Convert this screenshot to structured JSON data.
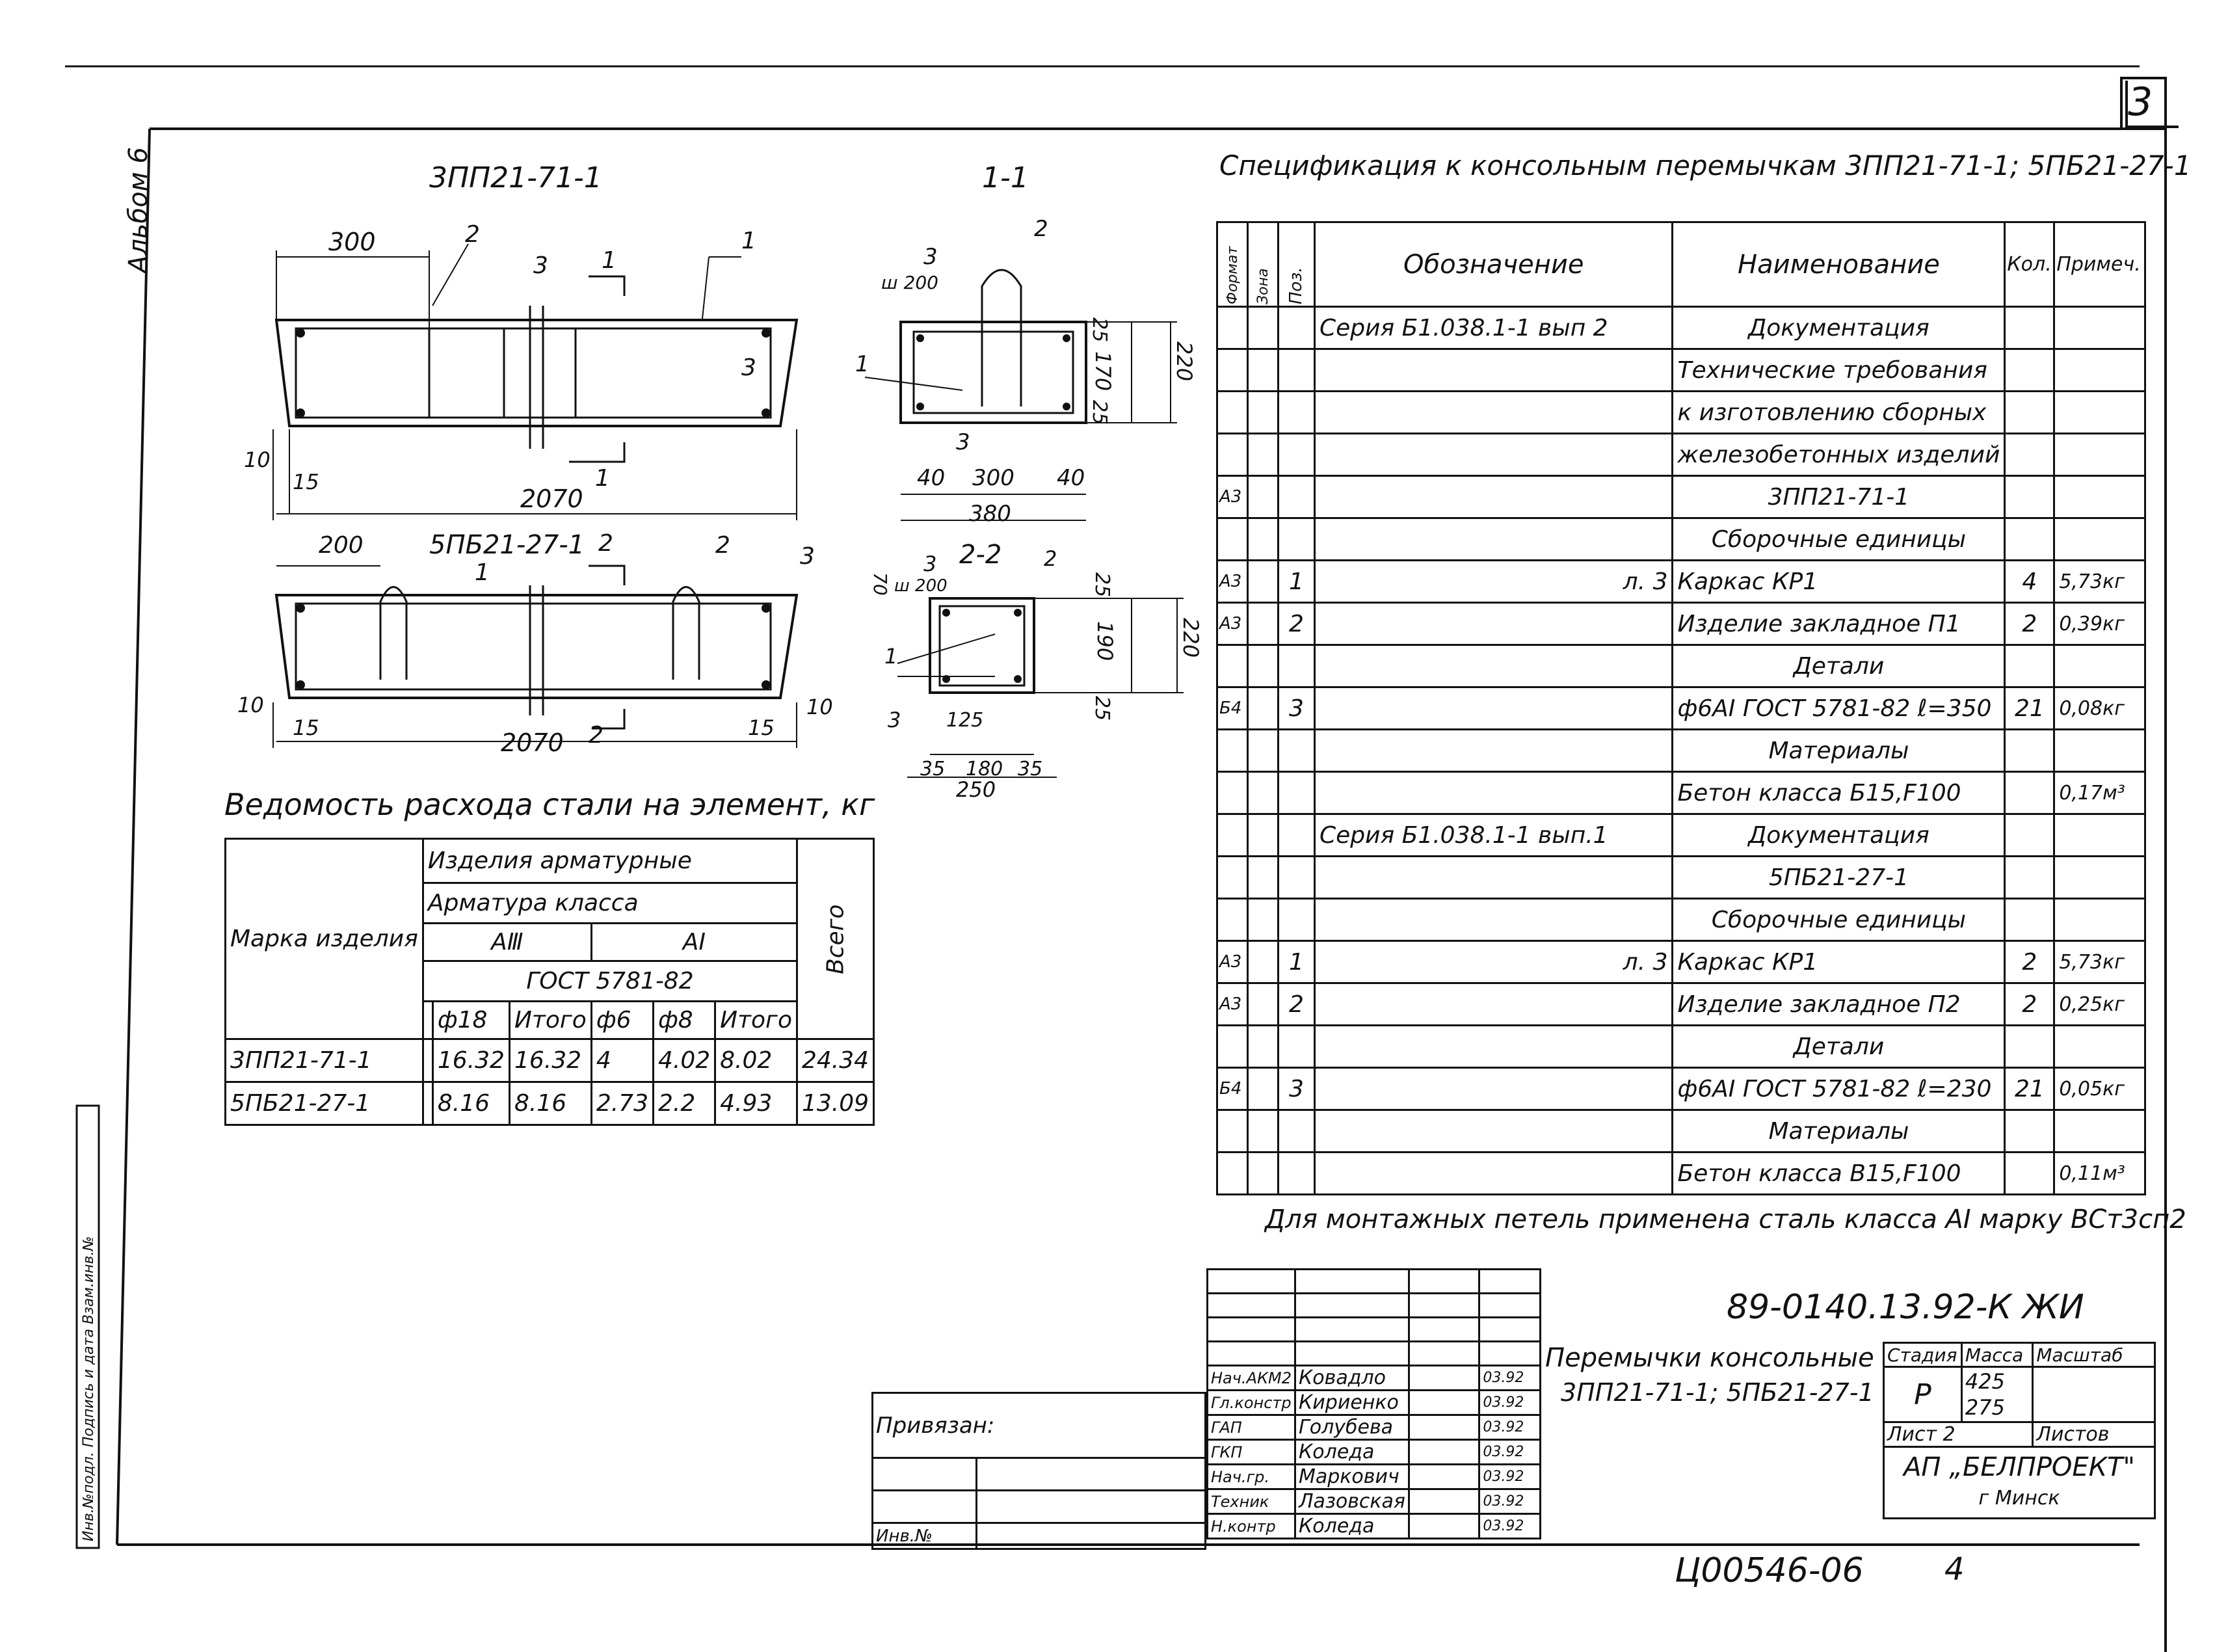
{
  "sheet_number": "3",
  "album_label": "Альбом 6",
  "drawing_titles": {
    "plan_1": "3ПП21-71-1",
    "section_1": "1-1",
    "plan_2": "5ПБ21-27-1",
    "section_2": "2-2"
  },
  "dims": {
    "top": {
      "d300": "300",
      "d2070": "2070",
      "d10": "10",
      "d15": "15"
    },
    "bottom": {
      "d200": "200",
      "d2070": "2070",
      "d10a": "10",
      "d15a": "15",
      "d10b": "10",
      "d15b": "15"
    },
    "sec1": {
      "d40a": "40",
      "d300": "300",
      "d40b": "40",
      "d380": "380",
      "d25a": "25",
      "d170": "170",
      "d25b": "25",
      "d220": "220",
      "pitch": "ш 200"
    },
    "sec2": {
      "d35a": "35",
      "d180": "180",
      "d35b": "35",
      "d250": "250",
      "d125": "125",
      "d25a": "25",
      "d190": "190",
      "d25b": "25",
      "d220": "220",
      "d70": "70",
      "pitch": "ш 200"
    }
  },
  "labels": {
    "n1": "1",
    "n2": "2",
    "n3": "3"
  },
  "steel_table": {
    "title": "Ведомость расхода стали на элемент, кг",
    "mark_header": "Марка изделия",
    "products_header": "Изделия арматурные",
    "class_header": "Арматура класса",
    "class_a3": "АⅢ",
    "class_a1": "АⅠ",
    "gost": "ГОСТ 5781-82",
    "total_header": "Всего",
    "sub_headers": [
      "ф18",
      "Итого",
      "ф6",
      "ф8",
      "Итого"
    ],
    "rows": [
      {
        "mark": "3ПП21-71-1",
        "vals": [
          "16.32",
          "16.32",
          "4",
          "4.02",
          "8.02"
        ],
        "total": "24.34"
      },
      {
        "mark": "5ПБ21-27-1",
        "vals": [
          "8.16",
          "8.16",
          "2.73",
          "2.2",
          "4.93"
        ],
        "total": "13.09"
      }
    ]
  },
  "spec": {
    "title": "Спецификация к консольным перемычкам 3ПП21-71-1; 5ПБ21-27-1",
    "headers": {
      "format": "Формат",
      "zone": "Зона",
      "pos": "Поз.",
      "designation": "Обозначение",
      "name": "Наименование",
      "qty": "Кол.",
      "note": "Примеч."
    },
    "rows": [
      {
        "format": "",
        "pos": "",
        "designation": "Серия Б1.038.1-1 вып 2",
        "name": "Документация",
        "qty": "",
        "note": ""
      },
      {
        "format": "",
        "pos": "",
        "designation": "",
        "name": "Технические требования",
        "qty": "",
        "note": ""
      },
      {
        "format": "",
        "pos": "",
        "designation": "",
        "name": "к изготовлению сборных",
        "qty": "",
        "note": ""
      },
      {
        "format": "",
        "pos": "",
        "designation": "",
        "name": "железобетонных изделий",
        "qty": "",
        "note": ""
      },
      {
        "format": "А3",
        "pos": "",
        "designation": "",
        "name": "3ПП21-71-1",
        "qty": "",
        "note": ""
      },
      {
        "format": "",
        "pos": "",
        "designation": "",
        "name": "Сборочные единицы",
        "qty": "",
        "note": ""
      },
      {
        "format": "А3",
        "pos": "1",
        "designation": "л. 3",
        "name": "Каркас КР1",
        "qty": "4",
        "note": "5,73кг"
      },
      {
        "format": "А3",
        "pos": "2",
        "designation": "",
        "name": "Изделие закладное П1",
        "qty": "2",
        "note": "0,39кг"
      },
      {
        "format": "",
        "pos": "",
        "designation": "",
        "name": "Детали",
        "qty": "",
        "note": ""
      },
      {
        "format": "Б4",
        "pos": "3",
        "designation": "",
        "name": "ф6АⅠ ГОСТ 5781-82 ℓ=350",
        "qty": "21",
        "note": "0,08кг"
      },
      {
        "format": "",
        "pos": "",
        "designation": "",
        "name": "Материалы",
        "qty": "",
        "note": ""
      },
      {
        "format": "",
        "pos": "",
        "designation": "",
        "name": "Бетон класса Б15,F100",
        "qty": "",
        "note": "0,17м³"
      },
      {
        "format": "",
        "pos": "",
        "designation": "Серия Б1.038.1-1 вып.1",
        "name": "Документация",
        "qty": "",
        "note": ""
      },
      {
        "format": "",
        "pos": "",
        "designation": "",
        "name": "5ПБ21-27-1",
        "qty": "",
        "note": ""
      },
      {
        "format": "",
        "pos": "",
        "designation": "",
        "name": "Сборочные единицы",
        "qty": "",
        "note": ""
      },
      {
        "format": "А3",
        "pos": "1",
        "designation": "л. 3",
        "name": "Каркас КР1",
        "qty": "2",
        "note": "5,73кг"
      },
      {
        "format": "А3",
        "pos": "2",
        "designation": "",
        "name": "Изделие закладное П2",
        "qty": "2",
        "note": "0,25кг"
      },
      {
        "format": "",
        "pos": "",
        "designation": "",
        "name": "Детали",
        "qty": "",
        "note": ""
      },
      {
        "format": "Б4",
        "pos": "3",
        "designation": "",
        "name": "ф6АⅠ ГОСТ 5781-82 ℓ=230",
        "qty": "21",
        "note": "0,05кг"
      },
      {
        "format": "",
        "pos": "",
        "designation": "",
        "name": "Материалы",
        "qty": "",
        "note": ""
      },
      {
        "format": "",
        "pos": "",
        "designation": "",
        "name": "Бетон класса В15,F100",
        "qty": "",
        "note": "0,11м³"
      }
    ]
  },
  "note": "Для монтажных петель применена сталь класса АⅠ марку ВСт3сп2",
  "stamp": {
    "code": "89-0140.13.92-К ЖИ",
    "title_line1": "Перемычки консольные",
    "title_line2": "3ПП21-71-1; 5ПБ21-27-1",
    "stage_header": "Стадия",
    "mass_header": "Масса",
    "scale_header": "Масштаб",
    "stage": "Р",
    "mass1": "425",
    "mass2": "275",
    "sheet_label": "Лист 2",
    "sheets_label": "Листов",
    "org": "АП „БЕЛПРОЕКТ\"",
    "city": "г Минск",
    "signers": [
      {
        "role": "Нач.АКМ2",
        "name": "Ковадло",
        "date": "03.92"
      },
      {
        "role": "Гл.констр",
        "name": "Кириенко",
        "date": "03.92"
      },
      {
        "role": "ГАП",
        "name": "Голубева",
        "date": "03.92"
      },
      {
        "role": "ГКП",
        "name": "Коледа",
        "date": "03.92"
      },
      {
        "role": "Нач.гр.",
        "name": "Маркович",
        "date": "03.92"
      },
      {
        "role": "Техник",
        "name": "Лазовская",
        "date": "03.92"
      },
      {
        "role": "Н.контр",
        "name": "Коледа",
        "date": "03.92"
      }
    ]
  },
  "privyazan": "Привязан:",
  "inv_no": "Инв.№",
  "side_labels": "Инв.№подл. Подпись и дата Взам.инв.№",
  "bottom_code": "Ц00546-06",
  "bottom_page": "4"
}
